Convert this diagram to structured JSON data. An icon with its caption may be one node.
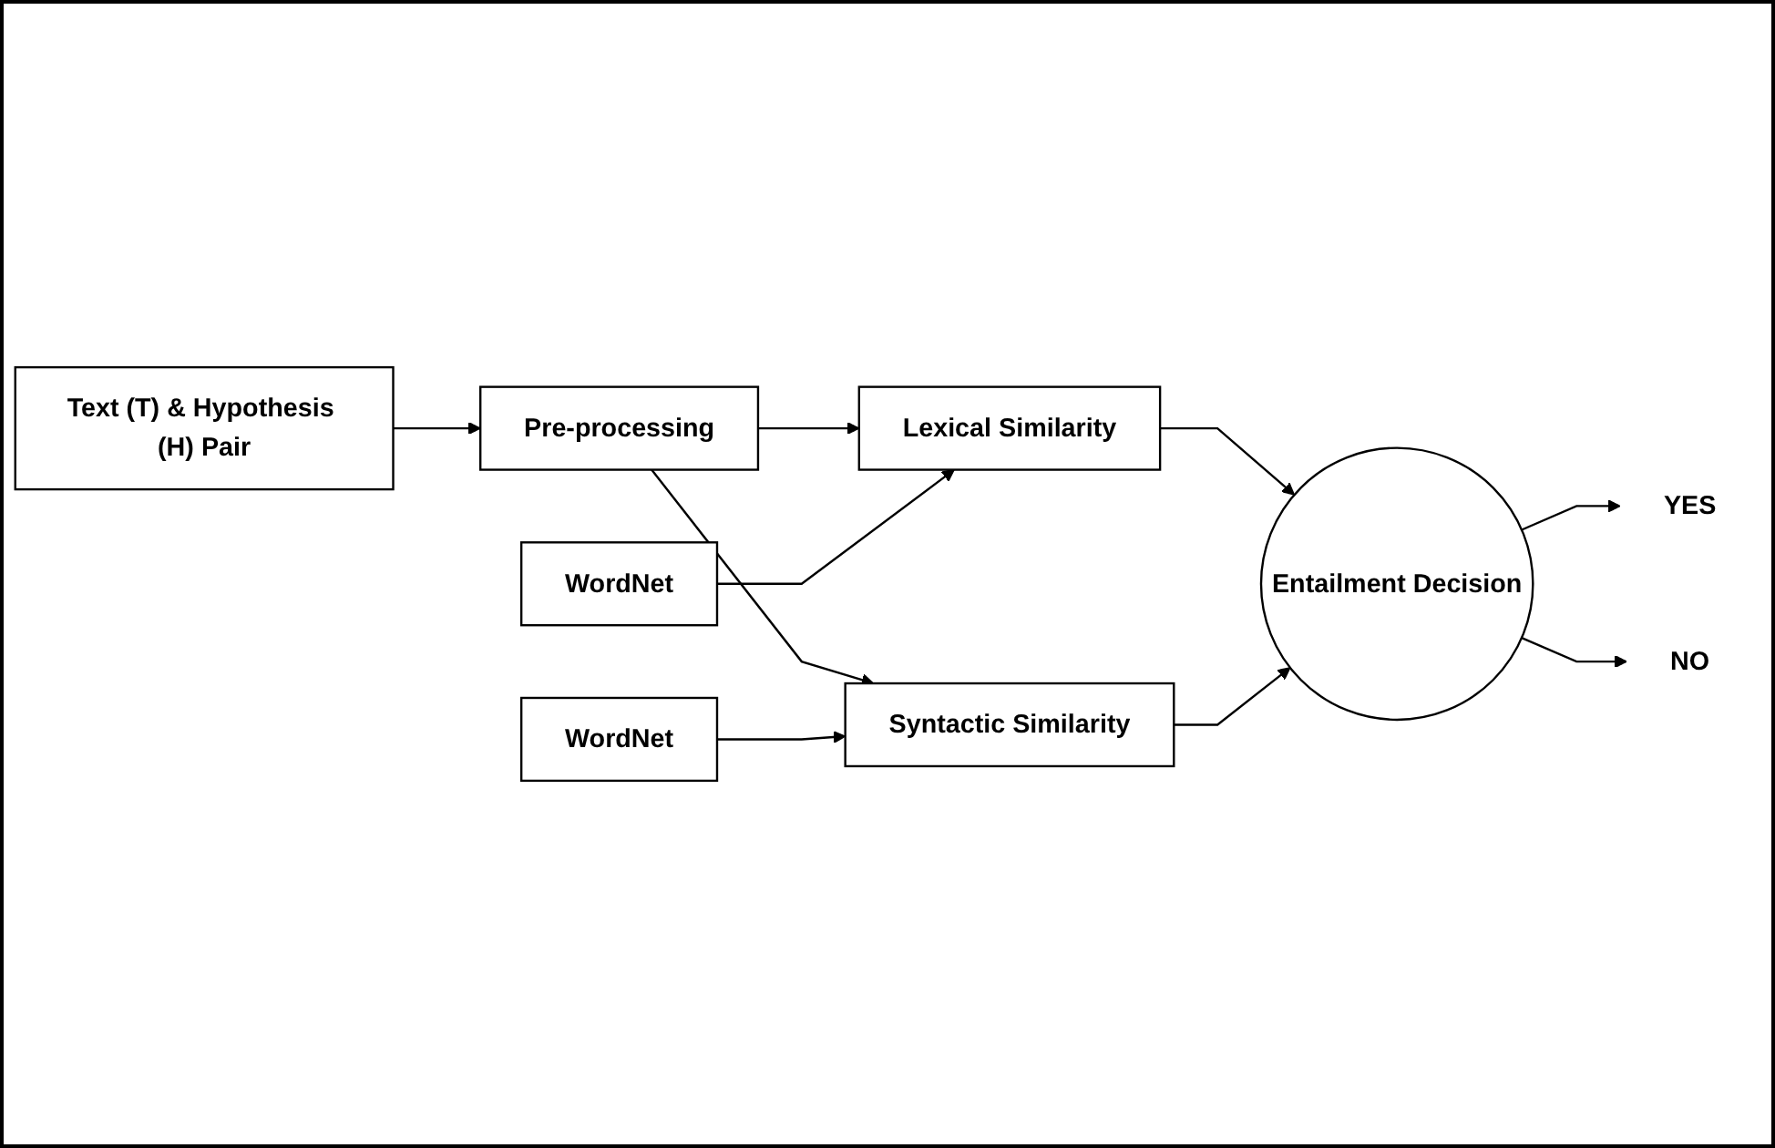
{
  "diagram": {
    "nodes": [
      {
        "text": [
          "Text (T) & Hypothesis (H) Pair"
        ]
      },
      {
        "text": [
          "Pre-processing"
        ]
      },
      {
        "text": [
          "WordNet"
        ]
      },
      {
        "text": [
          "Lexical Similarity"
        ]
      },
      {
        "text": [
          "Syntactic Similarity"
        ]
      },
      {
        "text": [
          "WordNet"
        ]
      },
      {
        "text": [
          "Entailment Decision"
        ]
      },
      {
        "text": [
          "YES"
        ]
      },
      {
        "text": [
          "NO"
        ]
      }
    ],
    "edges": [
      {
        "from": 0,
        "to": 1,
        "arrow": "to"
      },
      {
        "from": 1,
        "to": 3,
        "arrow": "to"
      },
      {
        "from": 1,
        "to": 4,
        "arrow": "to"
      },
      {
        "from": 2,
        "to": 3,
        "arrow": "to"
      },
      {
        "from": 5,
        "to": 4,
        "arrow": "to"
      },
      {
        "from": 3,
        "to": 6,
        "arrow": "to"
      },
      {
        "from": 4,
        "to": 6,
        "arrow": "to"
      },
      {
        "from": 6,
        "to": 7,
        "arrow": "to"
      },
      {
        "from": 6,
        "to": 8,
        "arrow": "to"
      }
    ]
  }
}
